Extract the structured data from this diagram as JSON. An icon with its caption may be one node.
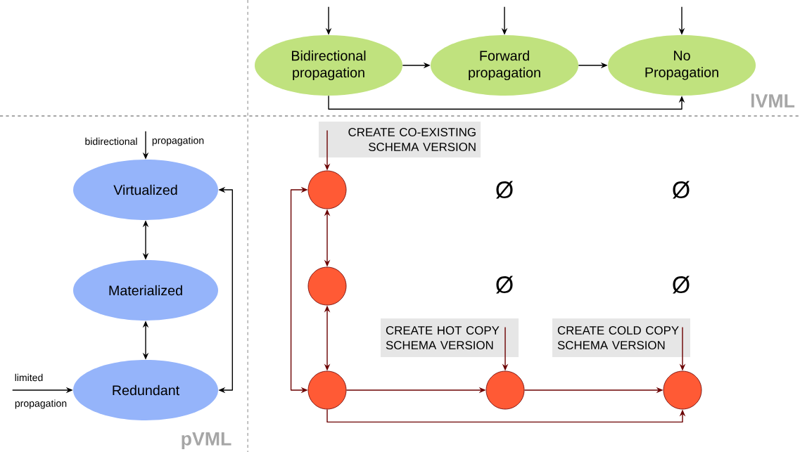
{
  "diagram": {
    "nodes": [
      {
        "text": [
          "Bidirectional propagation"
        ]
      },
      {
        "text": [
          "Forward propagation"
        ]
      },
      {
        "text": [
          "No Propagation"
        ]
      },
      {
        "text": [
          "Virtualized"
        ]
      },
      {
        "text": [
          "Materialized"
        ]
      },
      {
        "text": [
          "Redundant"
        ]
      },
      {
        "text": [
          "CREATE CO-EXISTING SCHEMA VERSION"
        ]
      },
      {
        "text": [],
        "shape": "circle"
      },
      {
        "text": [],
        "shape": "circle"
      },
      {
        "text": [],
        "shape": "circle"
      },
      {
        "text": [
          "CREATE HOT COPY SCHEMA VERSION"
        ]
      },
      {
        "text": [],
        "shape": "circle"
      },
      {
        "text": [
          "CREATE COLD COPY SCHEMA VERSION"
        ]
      },
      {
        "text": [],
        "shape": "circle"
      }
    ],
    "edges": [
      {
        "from": null,
        "to": 0,
        "arrow": "to"
      },
      {
        "from": null,
        "to": 1,
        "arrow": "to"
      },
      {
        "from": null,
        "to": 2,
        "arrow": "to"
      },
      {
        "from": 0,
        "to": 1,
        "arrow": "to"
      },
      {
        "from": 1,
        "to": 2,
        "arrow": "to"
      },
      {
        "from": 0,
        "to": 2,
        "arrow": "to"
      },
      {
        "from": null,
        "to": 3,
        "arrow": "to"
      },
      {
        "from": null,
        "to": 5,
        "arrow": "to"
      },
      {
        "from": 3,
        "to": 4,
        "arrow": "both"
      },
      {
        "from": 4,
        "to": 5,
        "arrow": "both"
      },
      {
        "from": 3,
        "to": 5,
        "arrow": "both"
      },
      {
        "from": 6,
        "to": 7,
        "arrow": "to",
        "color": "#6b0000"
      },
      {
        "from": 7,
        "to": 8,
        "arrow": "both",
        "color": "#6b0000"
      },
      {
        "from": 8,
        "to": 9,
        "arrow": "both",
        "color": "#6b0000"
      },
      {
        "from": 9,
        "to": 7,
        "arrow": "both",
        "color": "#6b0000"
      },
      {
        "from": 9,
        "to": 11,
        "arrow": "to",
        "color": "#6b0000"
      },
      {
        "from": 11,
        "to": 13,
        "arrow": "to",
        "color": "#6b0000"
      },
      {
        "from": 9,
        "to": 13,
        "arrow": "to",
        "color": "#6b0000"
      },
      {
        "from": 10,
        "to": 11,
        "arrow": "to",
        "color": "#6b0000"
      },
      {
        "from": 12,
        "to": 13,
        "arrow": "to",
        "color": "#6b0000"
      }
    ],
    "labels": [
      "lVML",
      "bidirectional",
      "propagation",
      "Ø",
      "Ø",
      "Ø",
      "Ø",
      "limited",
      "propagation",
      "pVML"
    ]
  }
}
